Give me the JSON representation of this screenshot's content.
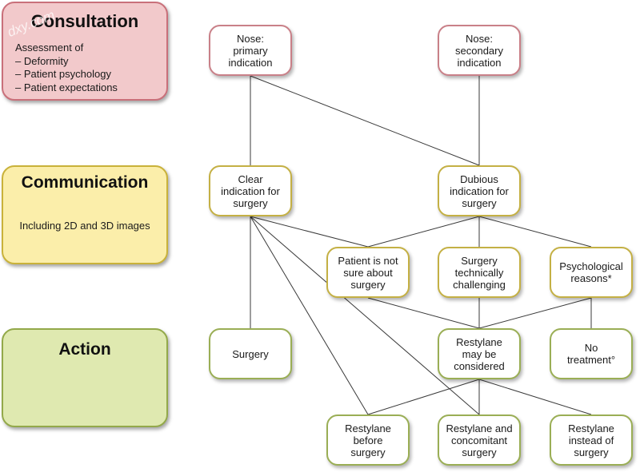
{
  "watermark": "dxy.com",
  "stages": {
    "consultation": {
      "title": "Consultation",
      "body": "Assessment of\n– Deformity\n– Patient psychology\n– Patient expectations",
      "color": "#f2c9cb"
    },
    "communication": {
      "title": "Communication",
      "body": "Including 2D and 3D images",
      "color": "#fbeeaa"
    },
    "action": {
      "title": "Action",
      "body": "",
      "color": "#dfe9b0"
    }
  },
  "nodes": {
    "nose_primary": "Nose:\nprimary\nindication",
    "nose_secondary": "Nose:\nsecondary\nindication",
    "clear_indication": "Clear\nindication for\nsurgery",
    "dubious_indication": "Dubious\nindication for\nsurgery",
    "patient_not_sure": "Patient is not\nsure about\nsurgery",
    "surgery_challenging": "Surgery\ntechnically\nchallenging",
    "psychological_reasons": "Psychological\nreasons*",
    "surgery": "Surgery",
    "restylane_considered": "Restylane\nmay be\nconsidered",
    "no_treatment": "No\ntreatment°",
    "restylane_before": "Restylane\nbefore\nsurgery",
    "restylane_concomitant": "Restylane and\nconcomitant\nsurgery",
    "restylane_instead": "Restylane\ninstead of\nsurgery"
  },
  "edges": [
    [
      "nose_primary",
      "clear_indication"
    ],
    [
      "nose_primary",
      "dubious_indication"
    ],
    [
      "nose_secondary",
      "dubious_indication"
    ],
    [
      "clear_indication",
      "surgery"
    ],
    [
      "clear_indication",
      "patient_not_sure"
    ],
    [
      "clear_indication",
      "restylane_before"
    ],
    [
      "clear_indication",
      "restylane_concomitant"
    ],
    [
      "dubious_indication",
      "patient_not_sure"
    ],
    [
      "dubious_indication",
      "surgery_challenging"
    ],
    [
      "dubious_indication",
      "psychological_reasons"
    ],
    [
      "patient_not_sure",
      "restylane_considered"
    ],
    [
      "surgery_challenging",
      "restylane_considered"
    ],
    [
      "psychological_reasons",
      "restylane_considered"
    ],
    [
      "psychological_reasons",
      "no_treatment"
    ],
    [
      "restylane_considered",
      "restylane_before"
    ],
    [
      "restylane_considered",
      "restylane_concomitant"
    ],
    [
      "restylane_considered",
      "restylane_instead"
    ]
  ]
}
